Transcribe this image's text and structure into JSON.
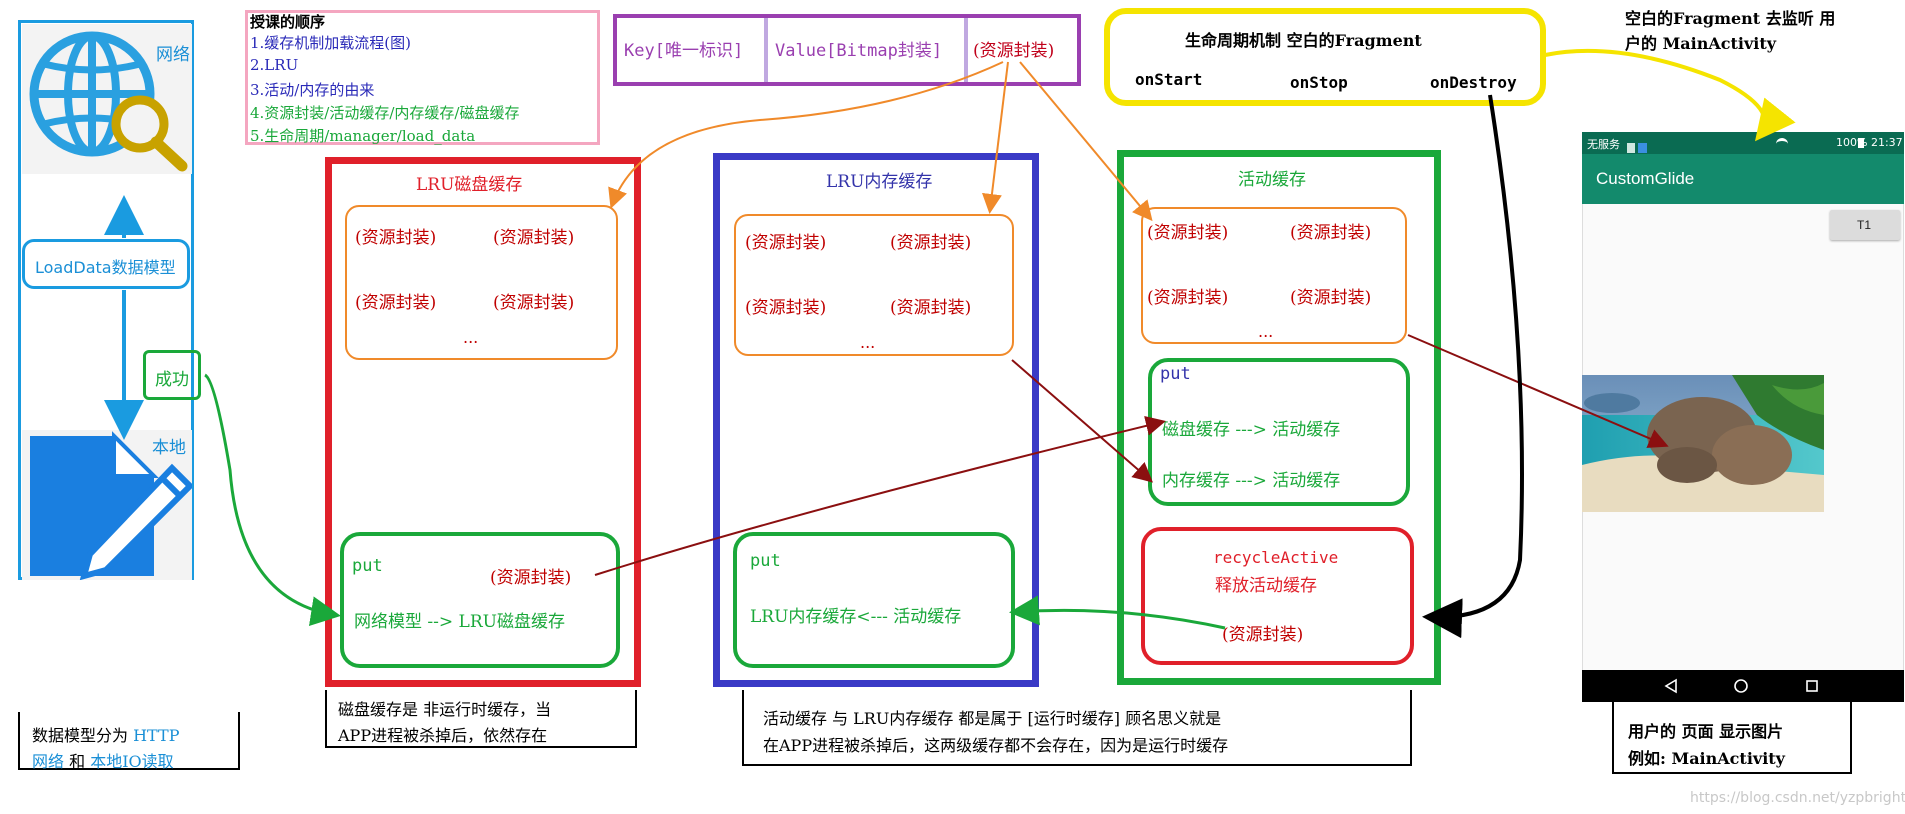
{
  "left_panel": {
    "net_label": "网络",
    "load_model": "LoadData数据模型",
    "success": "成功",
    "local_label": "本地",
    "caption_a": "数据模型分为 ",
    "caption_http": "HTTP",
    "caption_net": "网络",
    "caption_and": " 和 ",
    "caption_local": "本地IO读取"
  },
  "order_box": {
    "title": "授课的顺序",
    "items": [
      "1.缓存机制加载流程(图)",
      "2.LRU",
      "3.活动/内存的由来",
      "4.资源封装/活动缓存/内存缓存/磁盘缓存",
      "5.生命周期/manager/load_data"
    ]
  },
  "key_box": {
    "key": "Key[唯一标识]",
    "value": "Value[Bitmap封装]",
    "res": "(资源封装)"
  },
  "lifecycle_box": {
    "title": "生命周期机制 空白的Fragment",
    "on_start": "onStart",
    "on_stop": "onStop",
    "on_destroy": "onDestroy"
  },
  "fragment_note": {
    "line1": "空白的Fragment 去监听 用",
    "line2": "户的 MainActivity"
  },
  "disk_cache": {
    "title": "LRU磁盘缓存",
    "res": "(资源封装)",
    "dots": "...",
    "put": "put",
    "put_res": "(资源封装)",
    "flow": "网络模型 --> LRU磁盘缓存",
    "caption1": "磁盘缓存是 非运行时缓存，当",
    "caption2": "APP进程被杀掉后，依然存在"
  },
  "mem_cache": {
    "title": "LRU内存缓存",
    "res": "(资源封装)",
    "dots": "...",
    "put": "put",
    "flow": "LRU内存缓存<--- 活动缓存",
    "caption1": "活动缓存 与 LRU内存缓存 都是属于 [运行时缓存] 顾名思义就是",
    "caption2": "在APP进程被杀掉后，这两级缓存都不会存在，因为是运行时缓存"
  },
  "active_cache": {
    "title": "活动缓存",
    "res": "(资源封装)",
    "dots": "...",
    "put": "put",
    "flow1": "磁盘缓存 ---> 活动缓存",
    "flow2": "内存缓存 ---> 活动缓存",
    "recycle": "recycleActive",
    "release": "释放活动缓存",
    "release_res": "(资源封装)"
  },
  "phone": {
    "status_left": "无服务",
    "status_right": "100%  21:37",
    "app_title": "CustomGlide",
    "button": "T1",
    "caption1": "用户的 页面 显示图片",
    "caption2": "例如: MainActivity"
  },
  "watermark": "https://blog.csdn.net/yzpbright",
  "colors": {
    "red": "#e0202a",
    "blue": "#3a3ac6",
    "green": "#1aa83a",
    "yellow": "#f5e400",
    "purple": "#9a3fb0",
    "pink": "#f4a6c0",
    "lightblue": "#1a9be0",
    "orange": "#f08a2a",
    "darkred": "#8b0f10",
    "teal": "#148a6c"
  }
}
